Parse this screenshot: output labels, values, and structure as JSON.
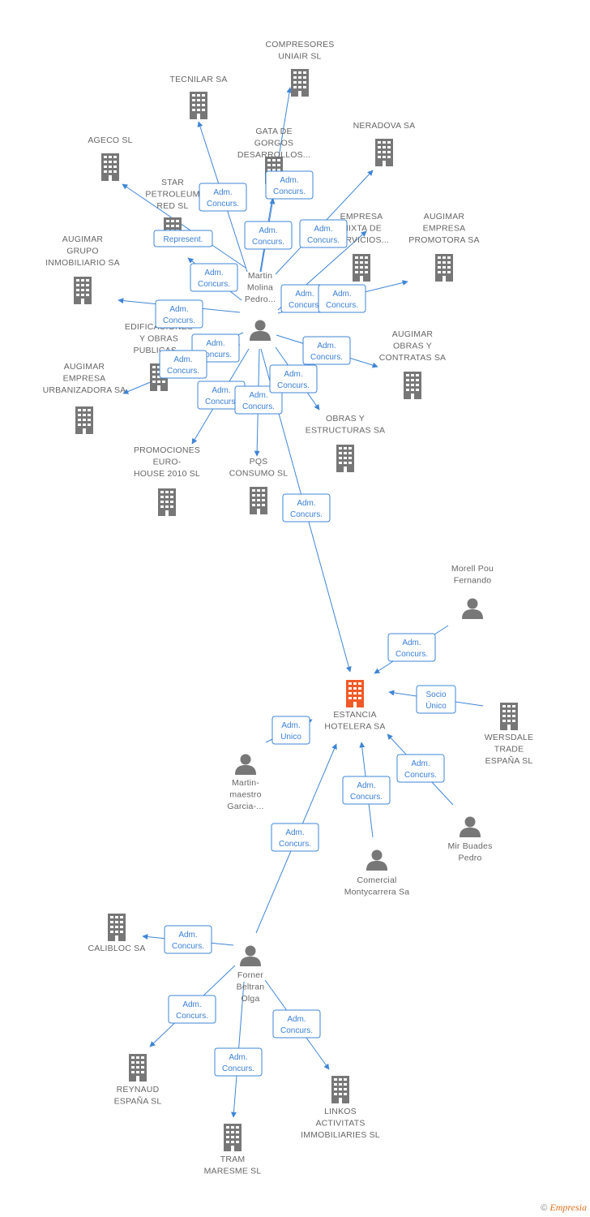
{
  "colors": {
    "line": "#3f85d6",
    "node": "#777777",
    "focus": "#f05a28",
    "badge_border": "#3f85d6",
    "badge_text": "#3a7fd5"
  },
  "nodes": [
    {
      "id": "compresores",
      "type": "company",
      "lines": [
        "COMPRESORES",
        "UNIAIR SL"
      ]
    },
    {
      "id": "tecnilar",
      "type": "company",
      "lines": [
        "TECNILAR SA"
      ]
    },
    {
      "id": "gata",
      "type": "company",
      "lines": [
        "GATA DE",
        "GORGOS",
        "DESARROLLOS..."
      ]
    },
    {
      "id": "neradova",
      "type": "company",
      "lines": [
        "NERADOVA SA"
      ]
    },
    {
      "id": "ageco",
      "type": "company",
      "lines": [
        "AGECO SL"
      ]
    },
    {
      "id": "star",
      "type": "company",
      "lines": [
        "STAR",
        "PETROLEUM",
        "RED SL"
      ]
    },
    {
      "id": "empresa_mixta",
      "type": "company",
      "lines": [
        "EMPRESA",
        "MIXTA DE",
        "SERVICIOS..."
      ]
    },
    {
      "id": "augimar_promotora",
      "type": "company",
      "lines": [
        "AUGIMAR",
        "EMPRESA",
        "PROMOTORA SA"
      ]
    },
    {
      "id": "augimar_grupo",
      "type": "company",
      "lines": [
        "AUGIMAR",
        "GRUPO",
        "INMOBILIARIO SA"
      ]
    },
    {
      "id": "martin_molina",
      "type": "person",
      "lines": [
        "Martin",
        "Molina",
        "Pedro..."
      ]
    },
    {
      "id": "edificaciones",
      "type": "company",
      "lines": [
        "EDIFICACIONES",
        "Y OBRAS",
        "PUBLICAS..."
      ]
    },
    {
      "id": "augimar_obras",
      "type": "company",
      "lines": [
        "AUGIMAR",
        "OBRAS Y",
        "CONTRATAS SA"
      ]
    },
    {
      "id": "augimar_urbanizadora",
      "type": "company",
      "lines": [
        "AUGIMAR",
        "EMPRESA",
        "URBANIZADORA SA"
      ]
    },
    {
      "id": "obras_estructuras",
      "type": "company",
      "lines": [
        "OBRAS Y",
        "ESTRUCTURAS SA"
      ]
    },
    {
      "id": "promociones",
      "type": "company",
      "lines": [
        "PROMOCIONES",
        "EURO-",
        "HOUSE 2010 SL"
      ]
    },
    {
      "id": "pqs",
      "type": "company",
      "lines": [
        "PQS",
        "CONSUMO SL"
      ]
    },
    {
      "id": "morell",
      "type": "person",
      "lines": [
        "Morell Pou",
        "Fernando"
      ]
    },
    {
      "id": "estancia",
      "type": "focus",
      "lines": [
        "ESTANCIA",
        "HOTELERA SA"
      ]
    },
    {
      "id": "wersdale",
      "type": "company",
      "lines": [
        "WERSDALE",
        "TRADE",
        "ESPAÑA SL"
      ]
    },
    {
      "id": "martin_maestro",
      "type": "person",
      "lines": [
        "Martin-",
        "maestro",
        "Garcia-..."
      ]
    },
    {
      "id": "mir",
      "type": "person",
      "lines": [
        "Mir Buades",
        "Pedro"
      ]
    },
    {
      "id": "comercial",
      "type": "person",
      "lines": [
        "Comercial",
        "Montycarrera Sa"
      ]
    },
    {
      "id": "calibloc",
      "type": "company",
      "lines": [
        "CALIBLOC SA"
      ]
    },
    {
      "id": "forner",
      "type": "person",
      "lines": [
        "Forner",
        "Beltran",
        "Olga"
      ]
    },
    {
      "id": "reynaud",
      "type": "company",
      "lines": [
        "REYNAUD",
        "ESPAÑA SL"
      ]
    },
    {
      "id": "linkos",
      "type": "company",
      "lines": [
        "LINKOS",
        "ACTIVITATS",
        "IMMOBILIARIES SL"
      ]
    },
    {
      "id": "tram",
      "type": "company",
      "lines": [
        "TRAM",
        "MARESME SL"
      ]
    }
  ],
  "relations": [
    {
      "id": "r_compresores",
      "lines": [
        "Adm.",
        "Concurs."
      ]
    },
    {
      "id": "r_tecnilar",
      "lines": [
        "Adm.",
        "Concurs."
      ]
    },
    {
      "id": "r_gata",
      "lines": [
        "Adm.",
        "Concurs."
      ]
    },
    {
      "id": "r_neradova",
      "lines": [
        "Adm.",
        "Concurs."
      ]
    },
    {
      "id": "r_star",
      "lines": [
        "Represent."
      ]
    },
    {
      "id": "r_ageco",
      "lines": [
        "Adm.",
        "Concurs."
      ]
    },
    {
      "id": "r_empresa_mixta",
      "lines": [
        "Adm.",
        "Concurs."
      ]
    },
    {
      "id": "r_augimar_promotora",
      "lines": [
        "Adm.",
        "Concurs."
      ]
    },
    {
      "id": "r_augimar_grupo",
      "lines": [
        "Adm.",
        "Concurs."
      ]
    },
    {
      "id": "r_edificaciones",
      "lines": [
        "Adm.",
        "Concurs."
      ]
    },
    {
      "id": "r_augimar_urbanizadora",
      "lines": [
        "Adm.",
        "Concurs."
      ]
    },
    {
      "id": "r_augimar_obras",
      "lines": [
        "Adm.",
        "Concurs."
      ]
    },
    {
      "id": "r_obras_estructuras",
      "lines": [
        "Adm.",
        "Concurs."
      ]
    },
    {
      "id": "r_promociones",
      "lines": [
        "Adm.",
        "Concurs."
      ]
    },
    {
      "id": "r_pqs",
      "lines": [
        "Adm.",
        "Concurs."
      ]
    },
    {
      "id": "r_estancia_main",
      "lines": [
        "Adm.",
        "Concurs."
      ]
    },
    {
      "id": "r_morell",
      "lines": [
        "Adm.",
        "Concurs."
      ]
    },
    {
      "id": "r_wersdale",
      "lines": [
        "Socio",
        "Único"
      ]
    },
    {
      "id": "r_martin_maestro",
      "lines": [
        "Adm.",
        "Unico"
      ]
    },
    {
      "id": "r_mir",
      "lines": [
        "Adm.",
        "Concurs."
      ]
    },
    {
      "id": "r_comercial",
      "lines": [
        "Adm.",
        "Concurs."
      ]
    },
    {
      "id": "r_forner_estancia",
      "lines": [
        "Adm.",
        "Concurs."
      ]
    },
    {
      "id": "r_calibloc",
      "lines": [
        "Adm.",
        "Concurs."
      ]
    },
    {
      "id": "r_reynaud",
      "lines": [
        "Adm.",
        "Concurs."
      ]
    },
    {
      "id": "r_linkos",
      "lines": [
        "Adm.",
        "Concurs."
      ]
    },
    {
      "id": "r_tram",
      "lines": [
        "Adm.",
        "Concurs."
      ]
    }
  ],
  "footer": {
    "copyright": "©",
    "brand": "Empresia"
  }
}
